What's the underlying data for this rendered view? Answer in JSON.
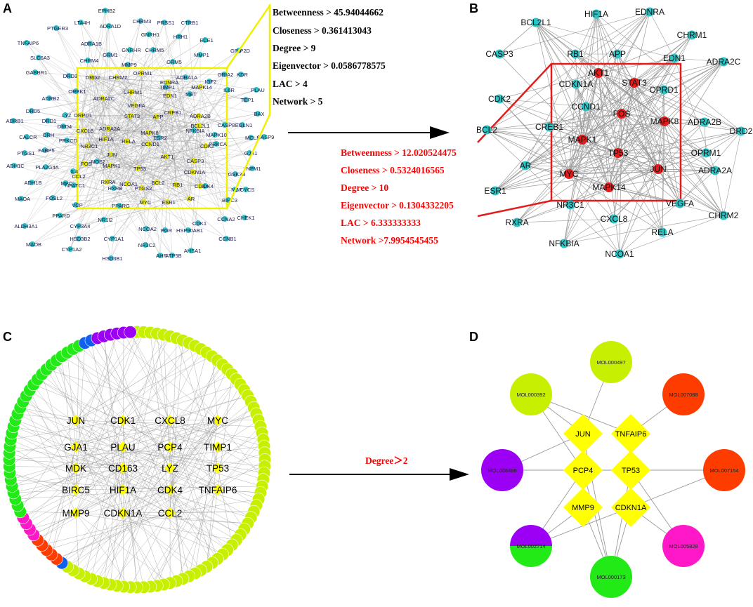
{
  "panels": [
    {
      "letter": "A"
    },
    {
      "letter": "B"
    },
    {
      "letter": "C"
    },
    {
      "letter": "D"
    }
  ],
  "colors": {
    "teal": "#2ec4c6",
    "yellow": "#ffff00",
    "red": "#e41b1b",
    "thresholdRed": "#ff0000",
    "edge": "#9a9a9a",
    "lime": "#c6f000",
    "green": "#22ea17",
    "purple": "#9b00f5",
    "magenta": "#ff18c8",
    "orange": "#ff3c00",
    "blue": "#1060f0"
  },
  "panelA": {
    "thresholds": [
      "Betweenness > 45.94044662",
      "Closeness > 0.361413043",
      "Degree > 9",
      "Eigenvector > 0.0586778575",
      "LAC > 4",
      "Network > 5"
    ],
    "outerNodes": [
      "EPHB2",
      "PTGER3",
      "LTA4H",
      "ADRA1D",
      "CHRM3",
      "PRSS1",
      "CTRB1",
      "TNFAIP6",
      "ADRA1B",
      "GNRH1",
      "HRH1",
      "ECE1",
      "SLC6A3",
      "GNRHR",
      "CHRM5",
      "MMP1",
      "GRIP2D",
      "GABBR1",
      "CHRM4",
      "GRM1",
      "MMP9",
      "GRM5",
      "DRD3",
      "ADRA1A",
      "TIMP1",
      "IGF2",
      "GRIA2",
      "KDR",
      "OREK1",
      "IL6R",
      "PLAU",
      "ADRB2",
      "TEP1",
      "DRD5",
      "BAX",
      "DRD1",
      "ADRB1",
      "LYZ",
      "EGLN1",
      "CALCR",
      "DRD4",
      "MCL1",
      "ORH",
      "CASP9",
      "PTGS1",
      "FABP5",
      "GJA1",
      "ADH1C",
      "PLA2G4A",
      "NPM1",
      "ADH1B",
      "FOSL2",
      "GSK3B",
      "MPO",
      "CYCS",
      "MAOA",
      "NFATC1",
      "VCP",
      "NGF",
      "BIRC3",
      "PPARD",
      "IL4",
      "ALDH3A1",
      "CYP3A4",
      "NR1I2",
      "CHEK1",
      "CCNA2",
      "HSD3B2",
      "CDK1",
      "MAOB",
      "CYP1A2",
      "CYP1A1",
      "NCOA2",
      "PGR",
      "HSP90AB1",
      "CCNB1",
      "NR3C2",
      "AHSA1",
      "HSD3B1",
      "AHR",
      "ATP5B",
      "MET",
      "CDK4",
      "PRKCD",
      "PRKCA",
      "NOS2",
      "RXRB",
      "PPARG",
      "ESR2",
      "CASP8",
      "MAPK10",
      "NFKBIA"
    ],
    "innerNodes": [
      "DRD2",
      "CHRM2",
      "OPRM1",
      "ADRA2C",
      "CHRM1",
      "EDNRA",
      "MAPK14",
      "VEGFA",
      "EDN1",
      "ORPD1",
      "STAT3",
      "APP",
      "CREB1",
      "ADRA2B",
      "CXCL8",
      "ADRA2A",
      "MAPK8",
      "HIF1A",
      "RELA",
      "NR3C1",
      "CCND1",
      "BCL2L1",
      "JUN",
      "AKT1",
      "CDK2",
      "FOS",
      "MAPK1",
      "CASP3",
      "TP53",
      "CDKN1A",
      "NCOA1",
      "RXRA",
      "PTGS2",
      "BCL2",
      "RB1",
      "MYC",
      "ESR1",
      "AR",
      "CDK4",
      "CCL2"
    ]
  },
  "panelB": {
    "outerNodes": [
      "BCL2L1",
      "HIF1A",
      "EDNRA",
      "CHRM1",
      "CASP3",
      "RB1",
      "APP",
      "EDN1",
      "ADRA2C",
      "CDKN1A",
      "OPRD1",
      "CDK2",
      "CREB1",
      "ADRA2B",
      "DRD2",
      "BCL2",
      "OPRM1",
      "AR",
      "ADRA2A",
      "ESR1",
      "NR3C1",
      "VEGFA",
      "CHRM2",
      "RXRA",
      "CXCL8",
      "RELA",
      "NFKBIA",
      "NCOA1",
      "CCND1"
    ],
    "hubNodes": [
      "AKT1",
      "STAT3",
      "FOS",
      "MAPK8",
      "MAPK1",
      "TP53",
      "JUN",
      "MYC",
      "MAPK14"
    ],
    "thresholds": [
      "Betweenness > 12.020524475",
      "Closeness > 0.5324016565",
      "Degree > 10",
      "Eigenvector > 0.1304332205",
      "LAC > 6.333333333",
      "Network >7.9954545455"
    ]
  },
  "panelC": {
    "targets": [
      "JUN",
      "CDK1",
      "CXCL8",
      "MYC",
      "GJA1",
      "PLAU",
      "PCP4",
      "TIMP1",
      "MDK",
      "CD163",
      "LYZ",
      "TP53",
      "BIRC5",
      "HIF1A",
      "CDK4",
      "TNFAIP6",
      "MMP9",
      "CDKN1A",
      "CCL2"
    ]
  },
  "panelD": {
    "arrowLabel": "Degree＞2",
    "targets": [
      "JUN",
      "TNFAIP6",
      "PCP4",
      "TP53",
      "MMP9",
      "CDKN1A"
    ],
    "molecules": [
      {
        "id": "MOL000497",
        "color": "lime"
      },
      {
        "id": "MOL000392",
        "color": "lime"
      },
      {
        "id": "MOL007088",
        "color": "orange"
      },
      {
        "id": "MOL008488",
        "color": "purple"
      },
      {
        "id": "MOL007154",
        "color": "orange"
      },
      {
        "id": "MOL002714",
        "color": "purple/green"
      },
      {
        "id": "MOL005828",
        "color": "magenta"
      },
      {
        "id": "MOL000173",
        "color": "green"
      }
    ]
  }
}
